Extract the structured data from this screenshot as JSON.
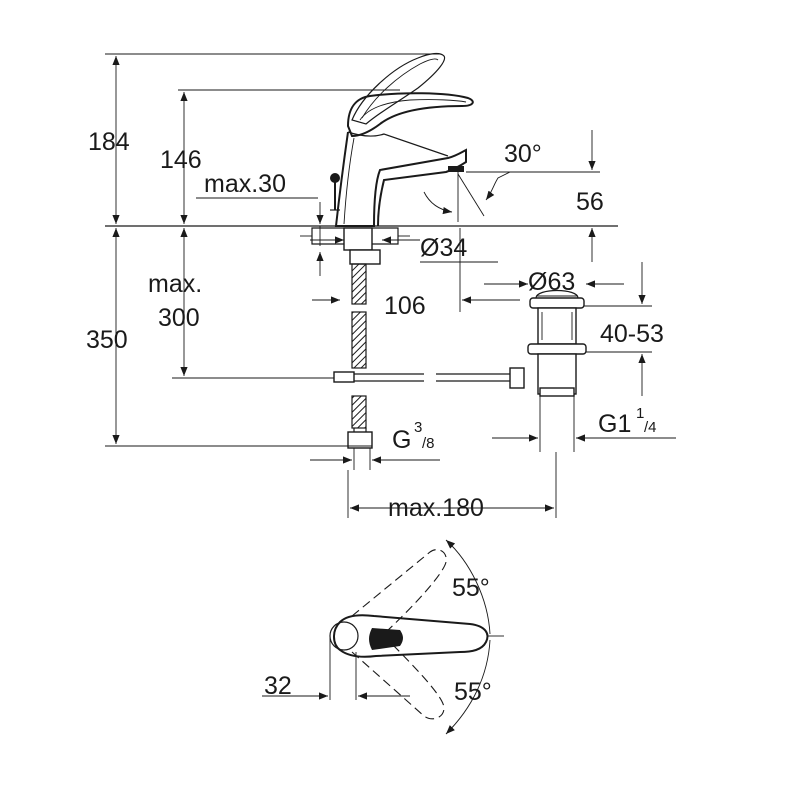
{
  "dimensions": {
    "total_height": "184",
    "handle_height": "146",
    "max_30": "max.30",
    "spout_angle": "30°",
    "spout_height": "56",
    "hole_diameter": "Ø34",
    "max_label": "max.",
    "max_300": "300",
    "projection": "106",
    "waste_diameter": "Ø63",
    "waste_range": "40-53",
    "below_height": "350",
    "connection_g": "G",
    "connection_sup": "3",
    "connection_sub": "/8",
    "waste_g": "G1",
    "waste_sup": "1",
    "waste_sub": "/4",
    "max_180": "max.180",
    "angle_top": "55°",
    "angle_bottom": "55°",
    "lever_width": "32"
  }
}
